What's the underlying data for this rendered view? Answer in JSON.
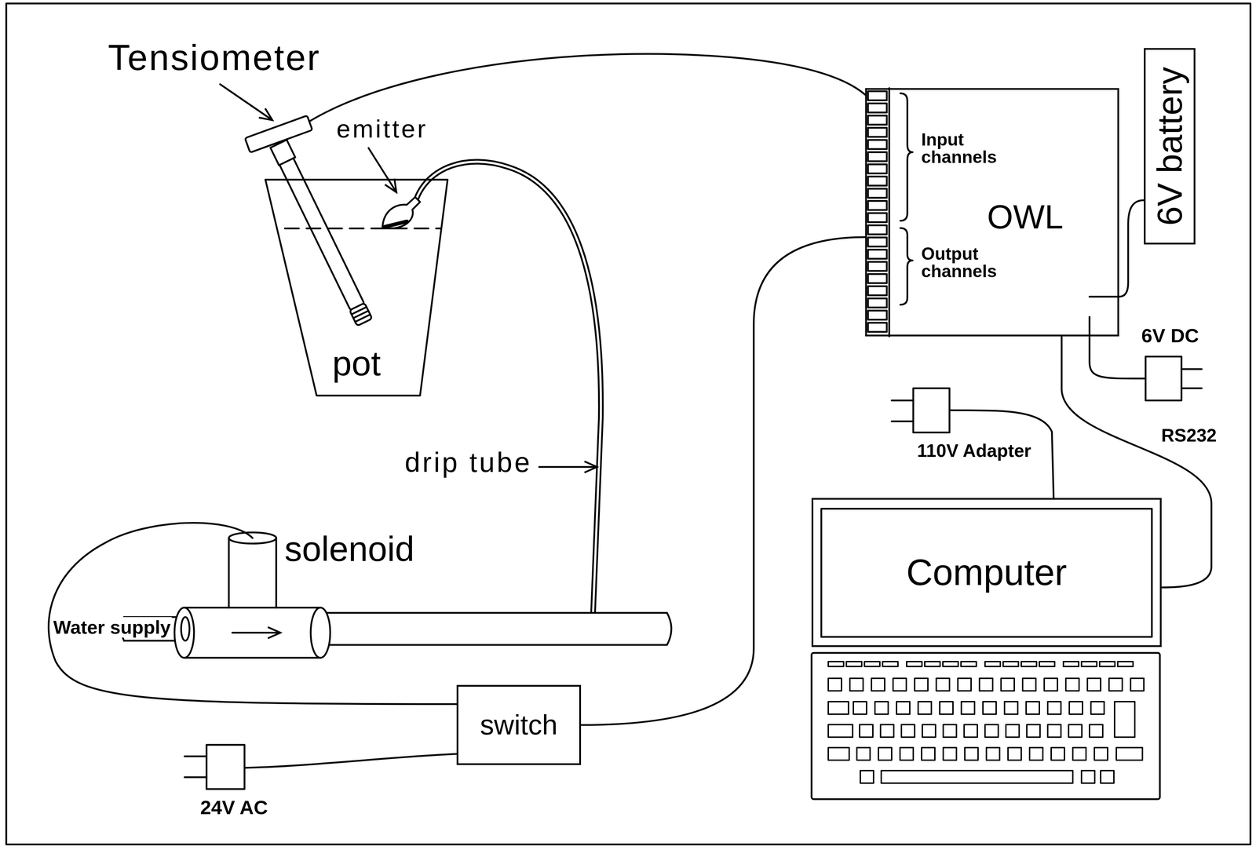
{
  "diagram": {
    "nodes": [
      {
        "text": [
          "pot"
        ]
      },
      {
        "text": [
          "Input channels",
          "OWL",
          "Output channels"
        ]
      },
      {
        "text": [
          "6V battery"
        ]
      },
      {
        "text": [
          "Computer"
        ]
      },
      {
        "text": [
          "switch"
        ]
      }
    ],
    "edges": [
      {
        "from": 1,
        "to": 4,
        "arrow": "none"
      },
      {
        "from": 1,
        "to": 3,
        "label": "RS232",
        "arrow": "none"
      },
      {
        "from": 2,
        "to": 1,
        "arrow": "none"
      }
    ],
    "labels": [
      "Tensiometer",
      "emitter",
      "drip tube",
      "solenoid",
      "Water supply",
      "24V AC",
      "6V DC",
      "110V Adapter"
    ]
  }
}
